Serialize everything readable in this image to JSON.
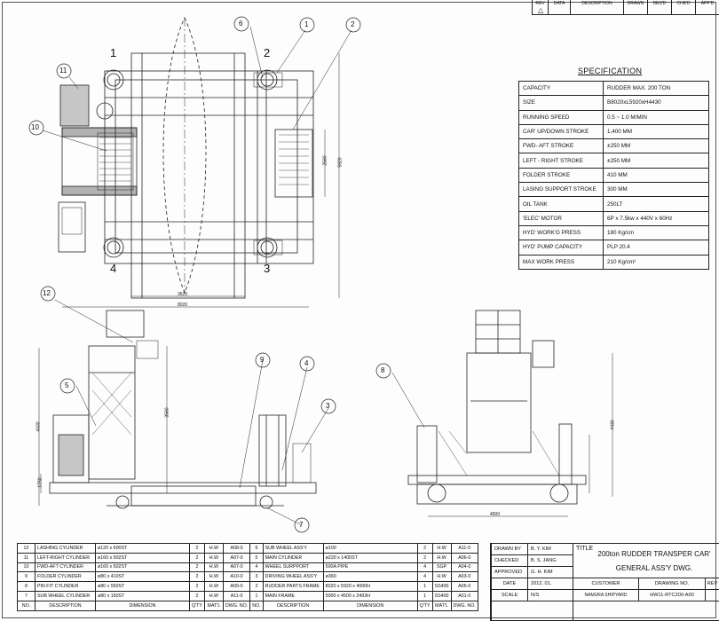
{
  "revision_block": {
    "headers": [
      "REV",
      "DATA",
      "DESCRIPTION",
      "DRAWN",
      "DES'D",
      "CHE'D",
      "APP'D"
    ],
    "first_rev_symbol": "△"
  },
  "specification": {
    "title": "SPECIFICATION",
    "rows": [
      {
        "label": "CAPACITY",
        "value": "RUDDER  MAX. 200 TON"
      },
      {
        "label": "SIZE",
        "value": "B8020xL5920xH4430"
      },
      {
        "label": "RUNNING SPEED",
        "value": "0.5 ~ 1.0 M/MIN"
      },
      {
        "label": "CAR' UP/DOWN STROKE",
        "value": "1,400 MM"
      },
      {
        "label": "FWD- AFT STROKE",
        "value": "±250 MM"
      },
      {
        "label": "LEFT - RIGHT STROKE",
        "value": "±250 MM"
      },
      {
        "label": "FOLDER STROKE",
        "value": "410 MM"
      },
      {
        "label": "LASING SUPPORT STROKE",
        "value": "300 MM"
      },
      {
        "label": "OIL TANK",
        "value": "250LT"
      },
      {
        "label": "'ELEC' MOTOR",
        "value": "6P x 7.5kw x 440V x 60Hz"
      },
      {
        "label": "HYD' WORK'G PRESS",
        "value": "180 Kg/cm"
      },
      {
        "label": "HYD' PUMP CAPACITY",
        "value": "PLP 20.4"
      },
      {
        "label": "MAX WORK PRESS",
        "value": "210 Kg/cm²"
      }
    ]
  },
  "drawing": {
    "plan_dims": {
      "width": "8020",
      "inner_width": "3620",
      "height": "5920",
      "side": "2580"
    },
    "corner_labels": [
      "1",
      "2",
      "3",
      "4"
    ],
    "balloons": [
      "1",
      "2",
      "3",
      "4",
      "5",
      "6",
      "7",
      "8",
      "9",
      "10",
      "11",
      "12"
    ],
    "elev_dims": {
      "left_height": "4430",
      "center_height": "3580",
      "low": "1750",
      "right_span": "4500",
      "right_height": "4430"
    }
  },
  "parts_list": {
    "headers": [
      "NO.",
      "DESCRIPTION",
      "DIMENSION",
      "Q'TY",
      "MAT'L",
      "DWG. NO."
    ],
    "rows_left": [
      {
        "no": "12",
        "desc": "LASHING CYLINDER",
        "dim": "ø120 x 600ST",
        "qty": "2",
        "mat": "H.W",
        "dwg": "A08-0"
      },
      {
        "no": "11",
        "desc": "LEFT-RIGHT CYLINDER",
        "dim": "ø160 x 502ST",
        "qty": "2",
        "mat": "H.W",
        "dwg": "A07-0"
      },
      {
        "no": "10",
        "desc": "FWD-AFT CYLINDER",
        "dim": "ø160 x 502ST",
        "qty": "2",
        "mat": "H.W",
        "dwg": "A07-0"
      },
      {
        "no": "9",
        "desc": "FOLDER CYLINDER",
        "dim": "ø80 x 410ST",
        "qty": "2",
        "mat": "H.W",
        "dwg": "A10-0"
      },
      {
        "no": "8",
        "desc": "PIN FIT CYLINDER",
        "dim": "ø80 x 550ST",
        "qty": "2",
        "mat": "H.W",
        "dwg": "A09-0"
      },
      {
        "no": "7",
        "desc": "SUB WHEEL CYLINDER",
        "dim": "ø80 x 150ST",
        "qty": "2",
        "mat": "H.W",
        "dwg": "A11-0"
      }
    ],
    "rows_right": [
      {
        "no": "6",
        "desc": "SUB WHEEL ASS'Y",
        "dim": "ø100",
        "qty": "2",
        "mat": "H.W",
        "dwg": "A11-0"
      },
      {
        "no": "5",
        "desc": "MAIN CYLINDER",
        "dim": "ø220 x 1400ST",
        "qty": "2",
        "mat": "H.W",
        "dwg": "A06-0"
      },
      {
        "no": "4",
        "desc": "WHEEL SURPPORT",
        "dim": "500A PIPE",
        "qty": "4",
        "mat": "SGP",
        "dwg": "A04-0"
      },
      {
        "no": "3",
        "desc": "DRIVING WHEEL ASS'Y",
        "dim": "ø360",
        "qty": "4",
        "mat": "H.W",
        "dwg": "A03-0"
      },
      {
        "no": "2",
        "desc": "RUDDER PARTS FRAME",
        "dim": "8020 x 5920 x 4000H",
        "qty": "1",
        "mat": "SS400",
        "dwg": "A05-0"
      },
      {
        "no": "1",
        "desc": "MAIN FRAME",
        "dim": "5000 x 4500 x 2493H",
        "qty": "1",
        "mat": "SS400",
        "dwg": "A01-0"
      }
    ]
  },
  "title_block": {
    "drawn_by_label": "DRAWN BY",
    "drawn_by": "B. Y. KIM",
    "checked_label": "CHECKED",
    "checked": "B. S. JANG",
    "approved_label": "APPROVED",
    "approved": "G. H. KIM",
    "date_label": "DATE",
    "date": "2012. 01.",
    "scale_label": "SCALE",
    "scale": "N/S",
    "title_label": "TITLE",
    "title_line1": "200ton RUDDER TRANSPER CAR'",
    "title_line2": "GENERAL ASS'Y DWG.",
    "customer_label": "CUSTOMER",
    "customer": "NAMURA SHIPYARD",
    "drawing_no_label": "DRAWING NO.",
    "drawing_no": "HW11-RTC200-A00",
    "rev_label": "REV"
  }
}
